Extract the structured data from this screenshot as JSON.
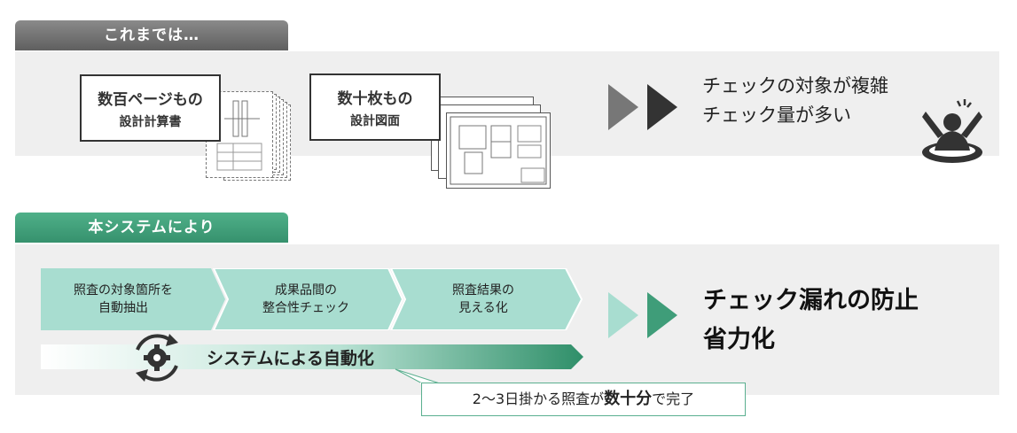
{
  "before": {
    "tab_label": "これまでは…",
    "calc_doc": {
      "line1": "数百ページもの",
      "line2": "設計計算書"
    },
    "drawing_doc": {
      "line1": "数十枚もの",
      "line2": "設計図面"
    },
    "problem_lines": [
      "チェックの対象が複雑",
      "チェック量が多い"
    ],
    "icon": "stressed-person-icon"
  },
  "after": {
    "tab_label": "本システムにより",
    "steps": [
      {
        "line1": "照査の対象箇所を",
        "line2": "自動抽出"
      },
      {
        "line1": "成果品間の",
        "line2": "整合性チェック"
      },
      {
        "line1": "照査結果の",
        "line2": "見える化"
      }
    ],
    "automation_label": "システムによる自動化",
    "automation_icon": "gear-cycle-icon",
    "result_lines": [
      "チェック漏れの防止",
      "省力化"
    ],
    "callout": {
      "prefix": "2～3日掛かる照査が",
      "emphasis": "数十分",
      "suffix": "で完了"
    }
  },
  "colors": {
    "before_tab": "#6e6e6e",
    "after_tab": "#3f9d79",
    "panel": "#efefef",
    "chevron_fill": "#a8ddd0",
    "arrow_dark": "#333333",
    "arrow_gray": "#777777",
    "arrow_light_green": "#a8ddd0",
    "arrow_green": "#3f9d79"
  }
}
